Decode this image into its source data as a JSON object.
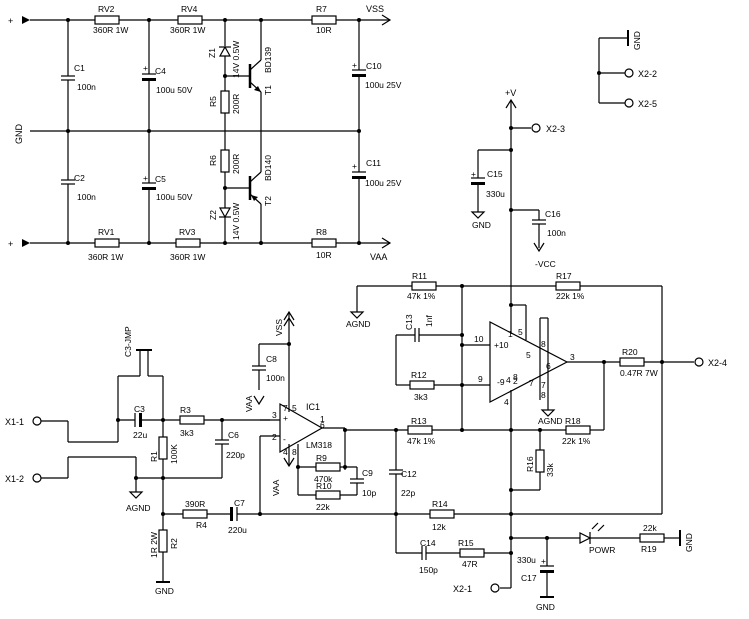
{
  "nets": {
    "vss_top": "VSS",
    "vaa_bottom": "VAA",
    "gnd_left": "GND",
    "plus_v": "+V",
    "minus_vcc": "-VCC",
    "vss_opamp": "VSS",
    "vaa_opamp": "VAA",
    "vaa_opamp2": "VAA",
    "agnd1": "AGND",
    "agnd2": "AGND",
    "agnd3": "AGND",
    "gnd_c15": "GND",
    "gnd_r2": "GND",
    "gnd_c17": "GND",
    "gnd_r19": "GND",
    "gnd_x2": "GND",
    "plus_top_left": "+",
    "plus_bottom_left": "+"
  },
  "connectors": {
    "x1_1": "X1-1",
    "x1_2": "X1-2",
    "x2_1": "X2-1",
    "x2_2": "X2-2",
    "x2_3": "X2-3",
    "x2_4": "X2-4",
    "x2_5": "X2-5"
  },
  "components": {
    "rv2": {
      "ref": "RV2",
      "value": "360R 1W"
    },
    "rv4": {
      "ref": "RV4",
      "value": "360R 1W"
    },
    "rv1": {
      "ref": "RV1",
      "value": "360R 1W"
    },
    "rv3": {
      "ref": "RV3",
      "value": "360R 1W"
    },
    "r7": {
      "ref": "R7",
      "value": "10R"
    },
    "r8": {
      "ref": "R8",
      "value": "10R"
    },
    "c1": {
      "ref": "C1",
      "value": "100n"
    },
    "c2": {
      "ref": "C2",
      "value": "100n"
    },
    "c4": {
      "ref": "C4",
      "value": "100u 50V"
    },
    "c5": {
      "ref": "C5",
      "value": "100u 50V"
    },
    "z1": {
      "ref": "Z1",
      "value": "14V 0.5W"
    },
    "z2": {
      "ref": "Z2",
      "value": "14V 0.5W"
    },
    "r5": {
      "ref": "R5",
      "value": "200R"
    },
    "r6": {
      "ref": "R6",
      "value": "200R"
    },
    "t1": {
      "ref": "T1",
      "value": "BD139"
    },
    "t2": {
      "ref": "T2",
      "value": "BD140"
    },
    "c10": {
      "ref": "C10",
      "value": "100u 25V"
    },
    "c11": {
      "ref": "C11",
      "value": "100u 25V"
    },
    "c15": {
      "ref": "C15",
      "value": "330u"
    },
    "c16": {
      "ref": "C16",
      "value": "100n"
    },
    "c17": {
      "ref": "C17",
      "value": "330u"
    },
    "c13": {
      "ref": "C13",
      "value": "1nf"
    },
    "r11": {
      "ref": "R11",
      "value": "47k 1%"
    },
    "r17": {
      "ref": "R17",
      "value": "22k 1%"
    },
    "r12": {
      "ref": "R12",
      "value": "3k3"
    },
    "r13": {
      "ref": "R13",
      "value": "47k 1%"
    },
    "r18": {
      "ref": "R18",
      "value": "22k 1%"
    },
    "r16": {
      "ref": "R16",
      "value": "33k"
    },
    "r20": {
      "ref": "R20",
      "value": "0.47R 7W"
    },
    "c3jmp": {
      "ref": "C3-JMP",
      "value": ""
    },
    "c3": {
      "ref": "C3",
      "value": "22u"
    },
    "r3": {
      "ref": "R3",
      "value": "3k3"
    },
    "r1": {
      "ref": "R1",
      "value": "100K"
    },
    "c6": {
      "ref": "C6",
      "value": "220p"
    },
    "c8": {
      "ref": "C8",
      "value": "100n"
    },
    "ic1": {
      "ref": "IC1",
      "value": "LM318"
    },
    "r9": {
      "ref": "R9",
      "value": "470k"
    },
    "c9": {
      "ref": "C9",
      "value": "10p"
    },
    "r10": {
      "ref": "R10",
      "value": "22k"
    },
    "c12": {
      "ref": "C12",
      "value": "22p"
    },
    "r4": {
      "ref": "R4",
      "value": "390R"
    },
    "c7": {
      "ref": "C7",
      "value": "220u"
    },
    "r2": {
      "ref": "R2",
      "value": "1R 2W"
    },
    "r14": {
      "ref": "R14",
      "value": "12k"
    },
    "c14": {
      "ref": "C14",
      "value": "150p"
    },
    "r15": {
      "ref": "R15",
      "value": "47R"
    },
    "powr": {
      "ref": "POWR",
      "value": ""
    },
    "r19": {
      "ref": "R19",
      "value": "22k"
    }
  },
  "pins": {
    "ic1_p1": "1",
    "ic1_p2": "2",
    "ic1_p3": "3",
    "ic1_p4": "4",
    "ic1_p5": "5",
    "ic1_p6": "6",
    "ic1_p7": "7",
    "ic1_p8": "8",
    "amp_p1": "1",
    "amp_p10": "+10",
    "amp_p9": "-9",
    "amp_p2": "2",
    "amp_p3": "3",
    "amp_p4": "4",
    "amp_p5": "5",
    "amp_p6": "6",
    "amp_p7": "7",
    "amp_p8": "8",
    "amp_in10": "10",
    "amp_in9": "9",
    "amp_lo4": "4",
    "amp_lo7": "7",
    "amp_lo8": "8",
    "amp_top5": "5",
    "amp_top8": "8",
    "amp_b": "8",
    "amp_c": "7",
    "ic1_plus": "+",
    "ic1_minus": "-"
  }
}
